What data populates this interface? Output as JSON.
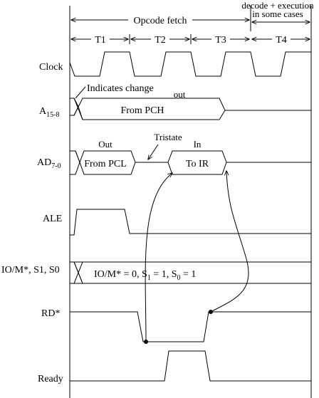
{
  "header": {
    "opcode_fetch": "Opcode fetch",
    "decode_line1": "decode + execution",
    "decode_line2": "in some cases",
    "states": [
      "T1",
      "T2",
      "T3",
      "T4"
    ]
  },
  "signals": {
    "clock": "Clock",
    "a15_base": "A",
    "a15_sub": "15-8",
    "ad7_base": "AD",
    "ad7_sub": "7-0",
    "ale": "ALE",
    "iom": "IO/M*, S1, S0",
    "rd": "RD*",
    "ready": "Ready"
  },
  "annotations": {
    "indicates_change": "Indicates change",
    "out_lower": "out",
    "from_pch": "From PCH",
    "out_upper": "Out",
    "tristate": "Tristate",
    "in": "In",
    "from_pcl": "From PCL",
    "to_ir": "To IR",
    "status_prefix": "IO/M* = 0, S",
    "status_s1_sub": "1",
    "status_mid": " = 1, S",
    "status_s0_sub": "0",
    "status_suffix": " = 1"
  }
}
